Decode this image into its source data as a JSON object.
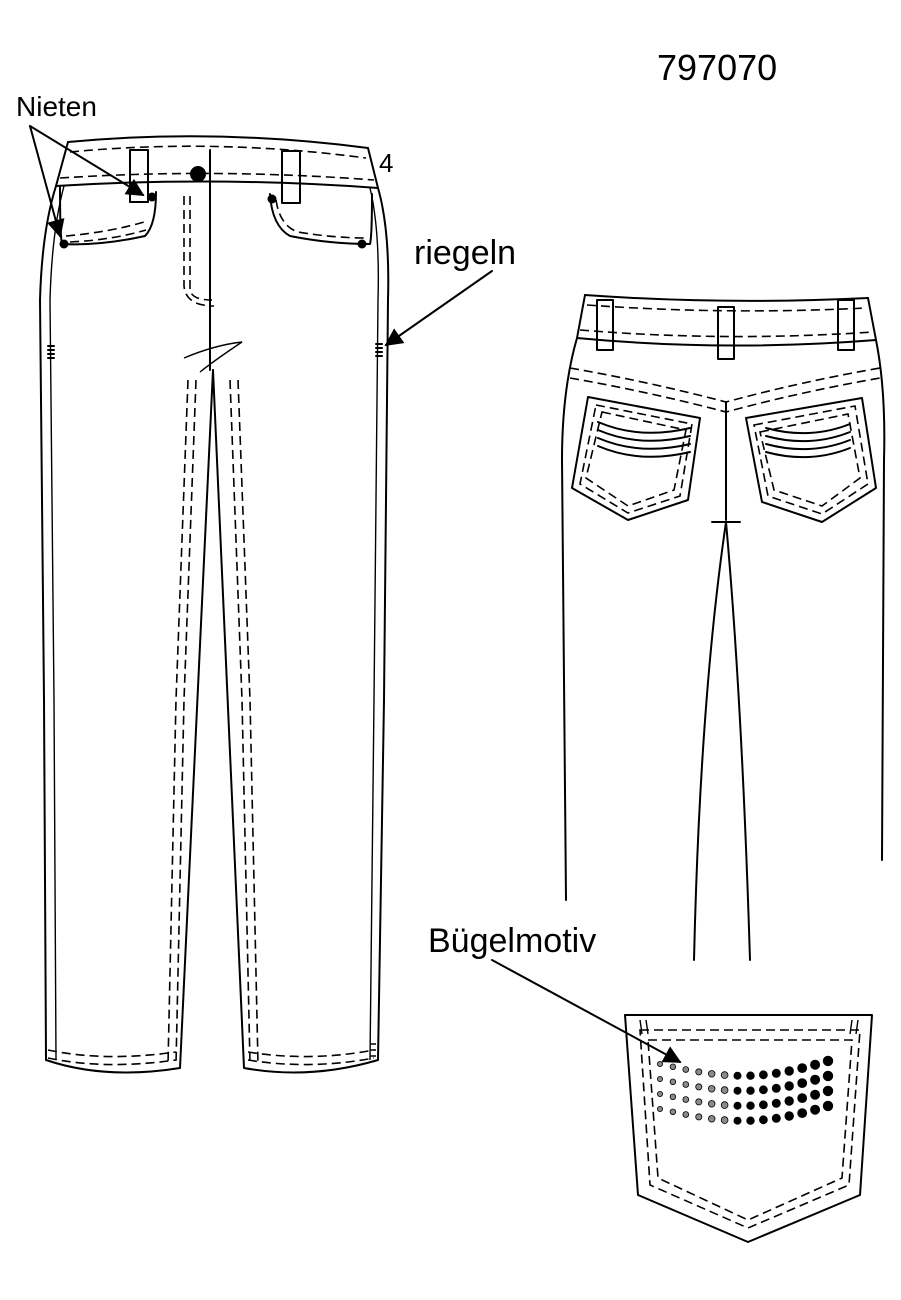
{
  "sheet": {
    "article_number": "797070",
    "size_marker": "4"
  },
  "labels": {
    "rivets": "Nieten",
    "bartacks": "riegeln",
    "iron_on_motif": "Bügelmotiv"
  },
  "colors": {
    "ink": "#000000",
    "paper": "#ffffff",
    "bead_light": "#8a8a8a"
  }
}
